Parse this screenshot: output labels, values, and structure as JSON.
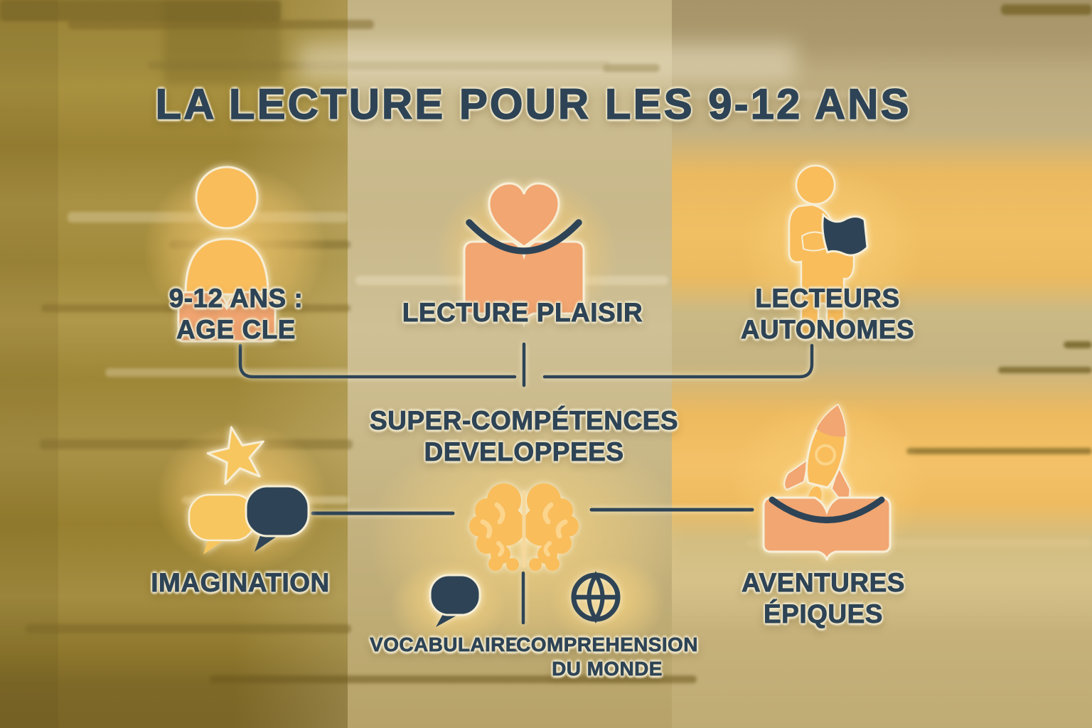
{
  "title": "LA LECTURE POUR LES 9-12 ANS",
  "colors": {
    "navy": "#2e4456",
    "gold": "#f9bd5c",
    "gold-light": "#fcd58d",
    "yellow": "#f7c65f",
    "salmon": "#f2a672",
    "cream": "#f7eed5"
  },
  "nodes": {
    "age": {
      "icon": "person-reading-icon",
      "line1": "9-12 ANS :",
      "line2": "AGE CLE"
    },
    "plaisir": {
      "icon": "heart-book-icon",
      "label": "LECTURE PLAISIR"
    },
    "autonomes": {
      "icon": "standing-reader-icon",
      "line1": "LECTEURS",
      "line2": "AUTONOMES"
    },
    "skills": {
      "icon": "brain-icon",
      "line1": "SUPER-COMPÉTENCES",
      "line2": "DEVELOPPEES"
    },
    "imagination": {
      "icon": "star-speech-icon",
      "label": "IMAGINATION"
    },
    "vocabulaire": {
      "icon": "speech-bubble-icon",
      "label": "VOCABULAIRE"
    },
    "comprehension": {
      "icon": "globe-icon",
      "line1": "COMPREHENSION",
      "line2": "DU MONDE"
    },
    "aventures": {
      "icon": "rocket-book-icon",
      "line1": "AVENTURES",
      "line2": "ÉPIQUES"
    }
  }
}
